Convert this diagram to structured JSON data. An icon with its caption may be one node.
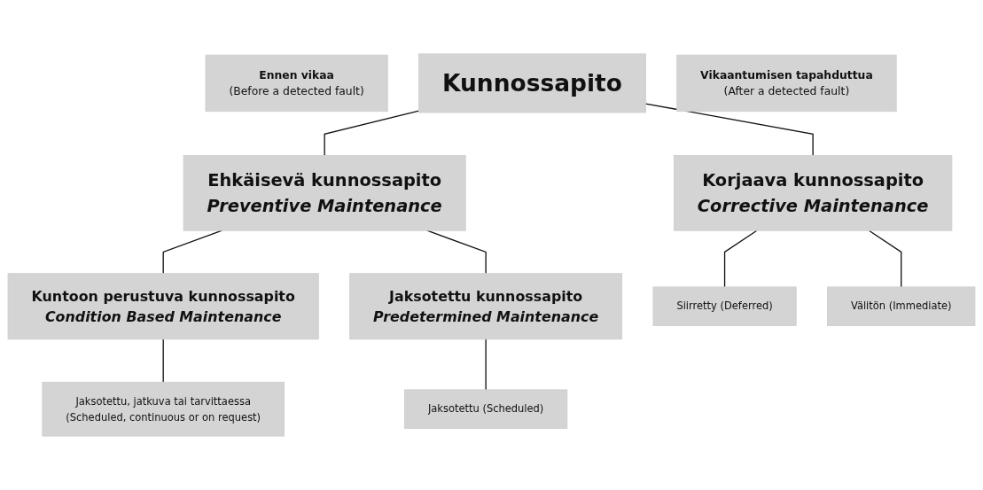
{
  "diagram": {
    "nodes": [
      {
        "text": [
          "Ennen vikaa",
          "(Before a detected fault)"
        ]
      },
      {
        "text": [
          "Kunnossapito"
        ]
      },
      {
        "text": [
          "Vikaantumisen tapahduttua",
          "(After a detected fault)"
        ]
      },
      {
        "text": [
          "Ehkäisevä kunnossapito",
          "Preventive Maintenance"
        ]
      },
      {
        "text": [
          "Korjaava kunnossapito",
          "Corrective Maintenance"
        ]
      },
      {
        "text": [
          "Kuntoon perustuva kunnossapito",
          "Condition Based Maintenance"
        ]
      },
      {
        "text": [
          "Jaksotettu kunnossapito",
          "Predetermined Maintenance"
        ]
      },
      {
        "text": [
          "Jaksotettu, jatkuva tai tarvittaessa",
          "(Scheduled, continuous or on request)"
        ]
      },
      {
        "text": [
          "Jaksotettu (Scheduled)"
        ]
      },
      {
        "text": [
          "Siirretty (Deferred)"
        ]
      },
      {
        "text": [
          "Välitön (Immediate)"
        ]
      }
    ],
    "edges": [
      {
        "from": 1,
        "to": 3,
        "arrow": "none"
      },
      {
        "from": 1,
        "to": 4,
        "arrow": "none"
      },
      {
        "from": 3,
        "to": 5,
        "arrow": "none"
      },
      {
        "from": 3,
        "to": 6,
        "arrow": "none"
      },
      {
        "from": 5,
        "to": 7,
        "arrow": "none"
      },
      {
        "from": 6,
        "to": 8,
        "arrow": "none"
      },
      {
        "from": 4,
        "to": 9,
        "arrow": "none"
      },
      {
        "from": 4,
        "to": 10,
        "arrow": "none"
      }
    ]
  }
}
